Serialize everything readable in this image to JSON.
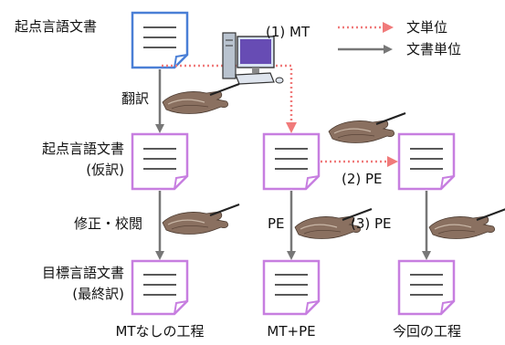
{
  "labels": {
    "source_doc": "起点言語文書",
    "source_draft_line1": "起点言語文書",
    "source_draft_line2": "(仮訳)",
    "target_doc_line1": "目標言語文書",
    "target_doc_line2": "(最終訳)",
    "translate": "翻訳",
    "revise": "修正・校閲",
    "mt": "(1) MT",
    "pe": "PE",
    "pe2": "(2) PE",
    "pe3": "(3) PE"
  },
  "legend": {
    "sentence_unit": "文単位",
    "document_unit": "文書単位"
  },
  "columns": {
    "no_mt": "MTなしの工程",
    "mt_pe": "MT+PE",
    "this_process": "今回の工程"
  },
  "icons": [
    "document-icon",
    "computer-icon",
    "writing-hand-icon"
  ],
  "colors": {
    "document_blue": "#4a7fd6",
    "document_purple": "#c77ee0",
    "arrow_gray": "#777777",
    "arrow_red_dotted": "#f07a7a",
    "hand_fill": "#8a7060"
  }
}
